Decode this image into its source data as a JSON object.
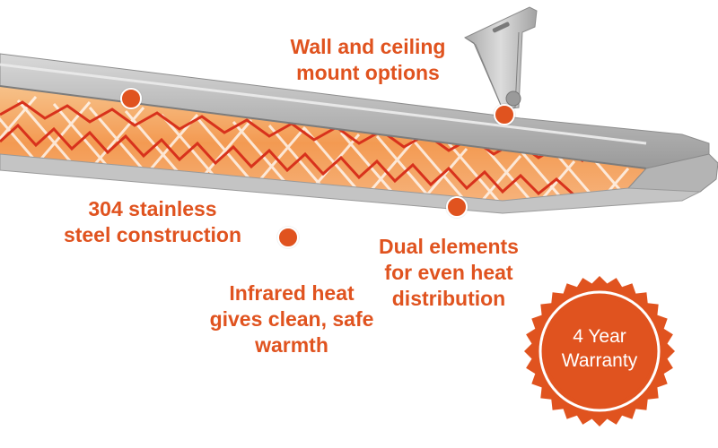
{
  "colors": {
    "accent": "#e0531f",
    "steel": "#b9b9b9",
    "element_glow": "#f6a35c",
    "coil": "#d8321c"
  },
  "product_image": {
    "icon": "heater-icon",
    "bracket_icon": "bracket-icon"
  },
  "callouts": {
    "mount": {
      "line1": "Wall and ceiling",
      "line2": "mount options"
    },
    "stainless": {
      "line1": "304 stainless",
      "line2": "steel construction"
    },
    "dual": {
      "line1": "Dual elements",
      "line2": "for even heat",
      "line3": "distribution"
    },
    "infrared": {
      "line1": "Infrared heat",
      "line2": "gives clean, safe",
      "line3": "warmth"
    }
  },
  "warranty_badge": {
    "line1": "4 Year",
    "line2": "Warranty"
  }
}
